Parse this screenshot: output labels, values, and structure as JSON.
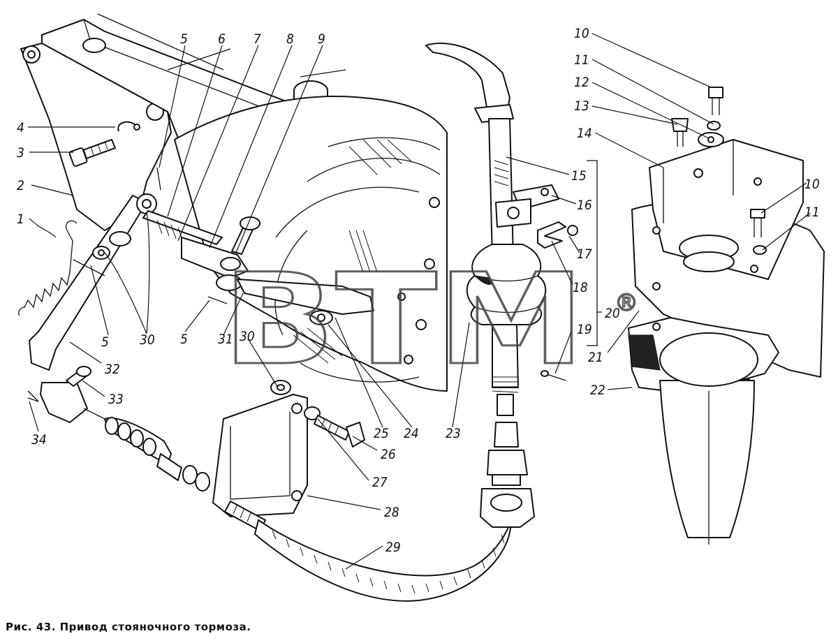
{
  "caption": "Рис. 43. Привод стояночного тормоза.",
  "watermark": {
    "text": "BTM",
    "mark": "®"
  },
  "callouts": [
    "1",
    "2",
    "3",
    "4",
    "5",
    "5",
    "5",
    "6",
    "7",
    "8",
    "9",
    "10",
    "10",
    "11",
    "11",
    "12",
    "13",
    "14",
    "15",
    "16",
    "17",
    "18",
    "19",
    "20",
    "21",
    "22",
    "23",
    "24",
    "25",
    "26",
    "27",
    "28",
    "29",
    "30",
    "30",
    "31",
    "32",
    "33",
    "34"
  ]
}
